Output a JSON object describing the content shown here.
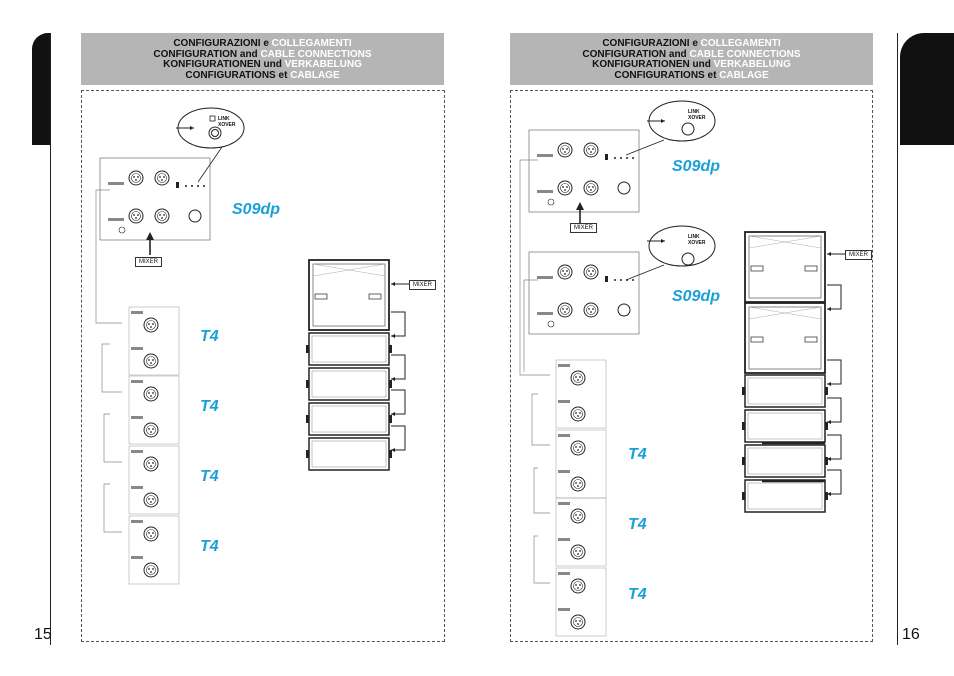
{
  "pages": {
    "left": {
      "number": "15",
      "title": [
        {
          "a": "CONFIGURAZIONI",
          "b": " e ",
          "c": "COLLEGAMENTI"
        },
        {
          "a": "CONFIGURATION",
          "b": " and ",
          "c": "CABLE CONNECTIONS"
        },
        {
          "a": "KONFIGURATIONEN",
          "b": " und ",
          "c": "VERKABELUNG"
        },
        {
          "a": "CONFIGURATIONS",
          "b": " et ",
          "c": "CABLAGE"
        }
      ],
      "mixer_label": "MIXER",
      "callout": {
        "line1": "LINK",
        "line2": "XOVER"
      },
      "brand_main": "S09dp",
      "brand_t4": "T4"
    },
    "right": {
      "number": "16",
      "title": [
        {
          "a": "CONFIGURAZIONI",
          "b": " e ",
          "c": "COLLEGAMENTI"
        },
        {
          "a": "CONFIGURATION",
          "b": " and ",
          "c": "CABLE CONNECTIONS"
        },
        {
          "a": "KONFIGURATIONEN",
          "b": " und ",
          "c": "VERKABELUNG"
        },
        {
          "a": "CONFIGURATIONS",
          "b": " et ",
          "c": "CABLAGE"
        }
      ],
      "mixer_label": "MIXER",
      "callout": {
        "line1": "LINK",
        "line2": "XOVER"
      },
      "brand_main": "S09dp",
      "brand_t4": "T4"
    }
  },
  "colors": {
    "header_bg": "#b5b5b5",
    "tab": "#111111",
    "brand": "#1aa0d8"
  }
}
